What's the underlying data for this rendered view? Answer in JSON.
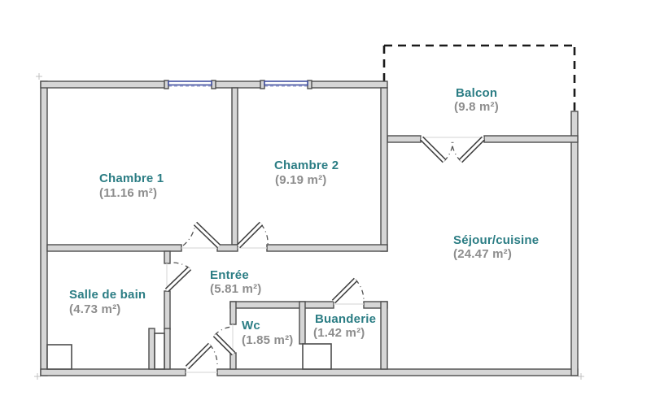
{
  "colors": {
    "background": "#ffffff",
    "wall_fill": "#d6d6d6",
    "wall_outline": "#4d4d4d",
    "window_frame": "#4350a0",
    "balcony_dash": "#1a1a1a",
    "room_name": "#2b7d84",
    "room_area": "#8d8d8d"
  },
  "rooms": [
    {
      "id": "chambre-1",
      "name": "Chambre 1",
      "area": "(11.16 m²)"
    },
    {
      "id": "chambre-2",
      "name": "Chambre 2",
      "area": "(9.19 m²)"
    },
    {
      "id": "balcon",
      "name": "Balcon",
      "area": "(9.8 m²)"
    },
    {
      "id": "sejour-cuisine",
      "name": "Séjour/cuisine",
      "area": "(24.47 m²)"
    },
    {
      "id": "salle-de-bain",
      "name": "Salle de bain",
      "area": "(4.73 m²)"
    },
    {
      "id": "entree",
      "name": "Entrée",
      "area": "(5.81 m²)"
    },
    {
      "id": "wc",
      "name": "Wc",
      "area": "(1.85 m²)"
    },
    {
      "id": "buanderie",
      "name": "Buanderie",
      "area": "(1.42 m²)"
    }
  ]
}
